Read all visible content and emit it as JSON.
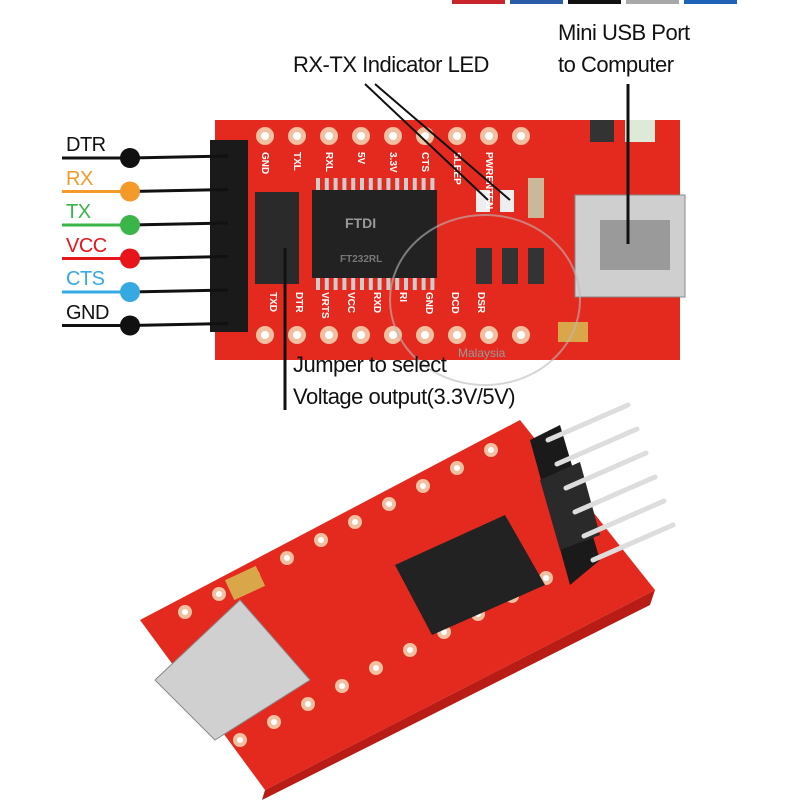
{
  "colors": {
    "board": "#e42a1f",
    "board_dark": "#b81c14",
    "bar_red": "#c8252c",
    "bar_blue": "#2a5ca8",
    "bar_black": "#111111",
    "bar_gray": "#a8a8a8",
    "bar_blue2": "#1f63b8"
  },
  "annotations": {
    "usb_line1": "Mini USB Port",
    "usb_line2": "to Computer",
    "led": "RX-TX Indicator LED",
    "jumper_line1": "Jumper to select",
    "jumper_line2": "Voltage output(3.3V/5V)"
  },
  "pins": [
    {
      "label": "DTR",
      "color": "#111111"
    },
    {
      "label": "RX",
      "color": "#f39a2b"
    },
    {
      "label": "TX",
      "color": "#3ab54a"
    },
    {
      "label": "VCC",
      "color": "#e8141b"
    },
    {
      "label": "CTS",
      "color": "#36a9e1"
    },
    {
      "label": "GND",
      "color": "#111111"
    }
  ],
  "board": {
    "top_silk": [
      "GND",
      "TXL",
      "RXL",
      "5V",
      "3.3V",
      "CTS",
      "SLEEP",
      "PWRENTEN"
    ],
    "bottom_silk": [
      "TXD",
      "DTR",
      "VRTS",
      "VCC",
      "RXD",
      "RI",
      "GND",
      "DCD",
      "DSR"
    ],
    "chip_brand": "FTDI",
    "chip_model": "FT232RL",
    "watermark": "Malaysia"
  }
}
